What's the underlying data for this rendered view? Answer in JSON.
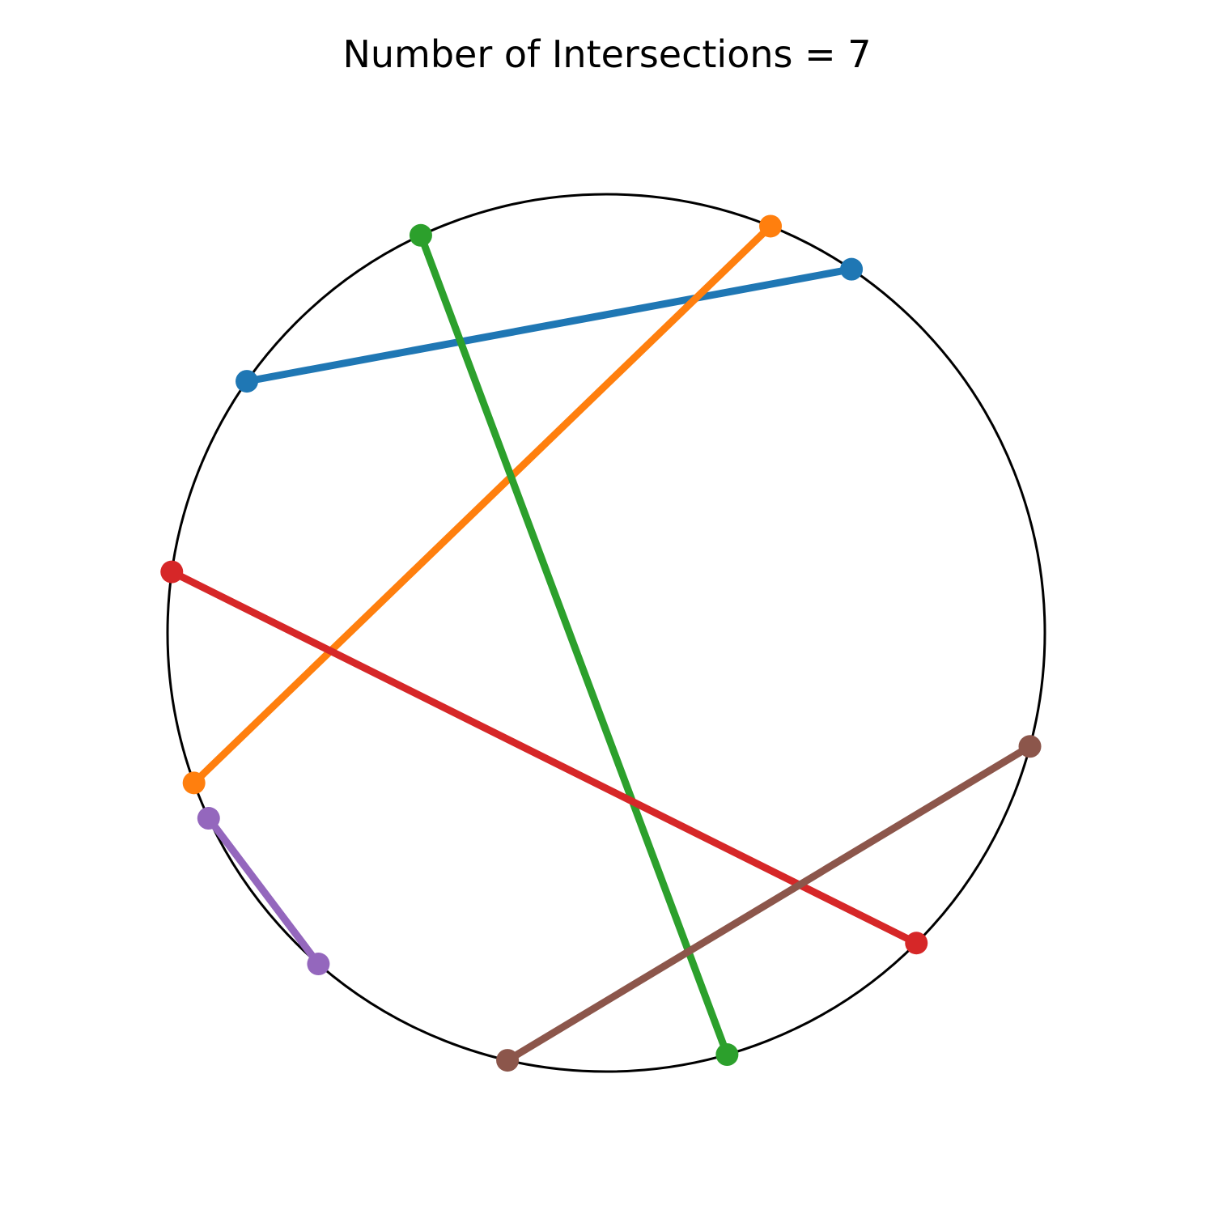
{
  "title": "Number of Intersections = 7",
  "circle": {
    "stroke_color": "#000000"
  },
  "chords": [
    {
      "color": "#1f77b4",
      "angles_deg": [
        145.0,
        56.0
      ]
    },
    {
      "color": "#ff7f0e",
      "angles_deg": [
        68.0,
        200.0
      ]
    },
    {
      "color": "#2ca02c",
      "angles_deg": [
        115.0,
        286.0
      ]
    },
    {
      "color": "#d62728",
      "angles_deg": [
        172.0,
        315.0
      ]
    },
    {
      "color": "#9467bd",
      "angles_deg": [
        205.0,
        229.0
      ]
    },
    {
      "color": "#8c564b",
      "angles_deg": [
        257.0,
        345.0
      ]
    }
  ]
}
